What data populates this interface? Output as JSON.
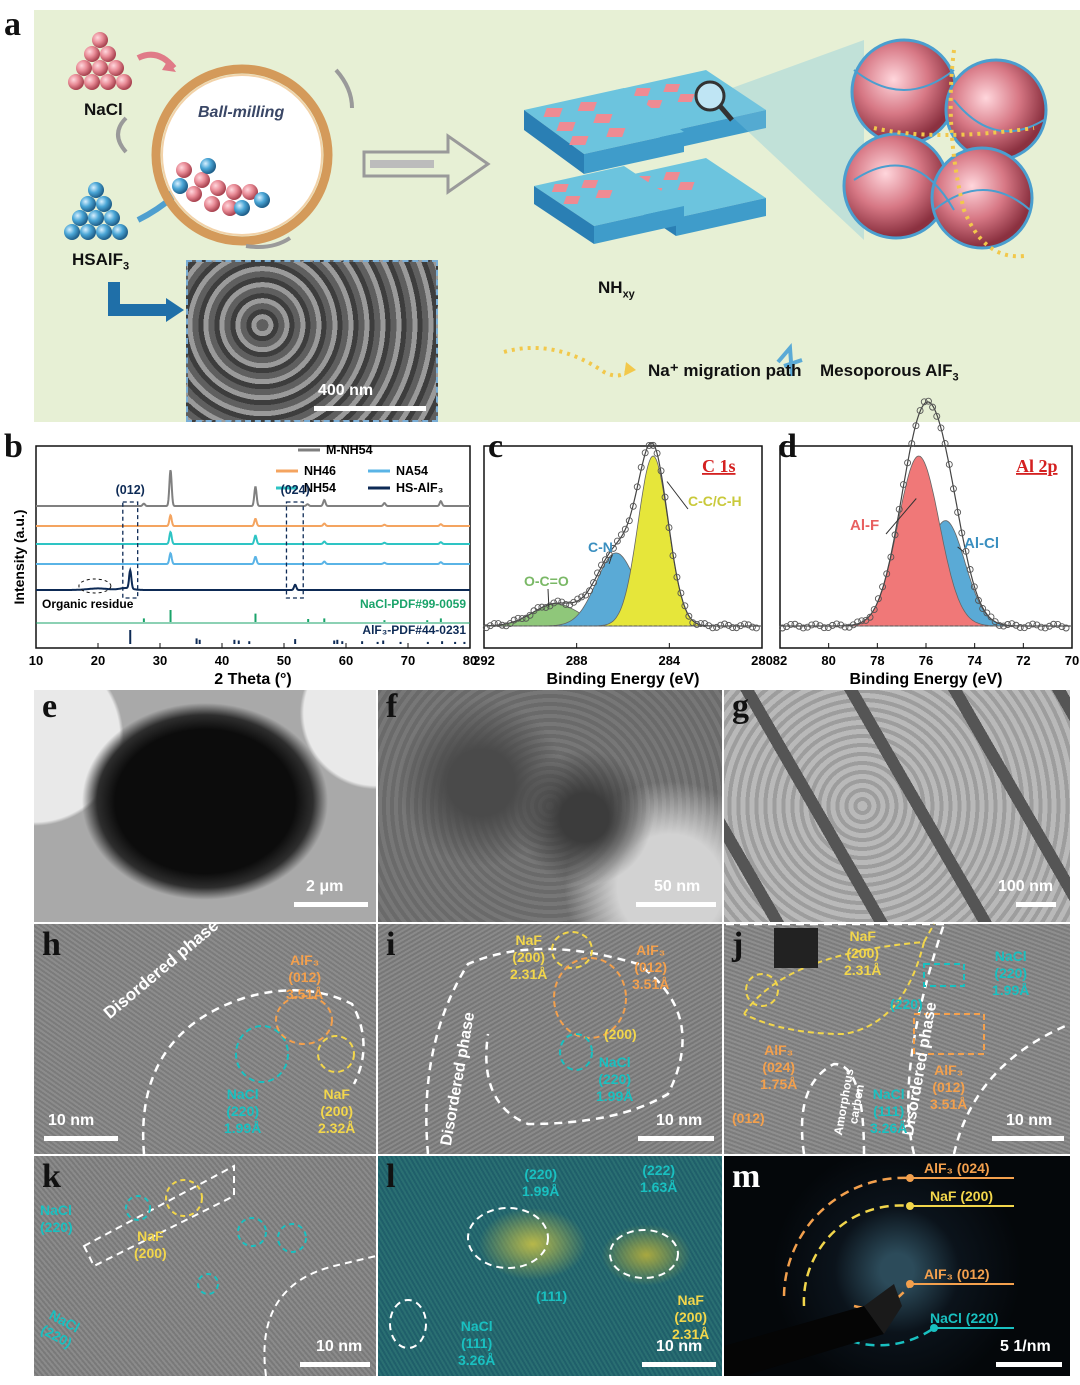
{
  "panels": {
    "a": "a",
    "b": "b",
    "c": "c",
    "d": "d",
    "e": "e",
    "f": "f",
    "g": "g",
    "h": "h",
    "i": "i",
    "j": "j",
    "k": "k",
    "l": "l",
    "m": "m"
  },
  "schematic": {
    "nacl": "NaCl",
    "hsalf3": "HSAlF",
    "hsalf3_sub": "3",
    "ball_milling": "Ball-milling",
    "nhxy": "NH",
    "nhxy_sub": "xy",
    "sem_scale": "400 nm",
    "legend_path": "Na⁺ migration path",
    "legend_mesoporous": "Mesoporous AlF",
    "legend_mesoporous_sub": "3"
  },
  "micrographs": {
    "e": {
      "scale": "2 μm"
    },
    "f": {
      "scale": "50 nm"
    },
    "g": {
      "scale": "100 nm"
    },
    "h": {
      "scale": "10 nm",
      "disordered": "Disordered phase",
      "alf3": "AlF₃\n(012)\n3.51Å",
      "nacl": "NaCl\n(220)\n1.99Å",
      "naf": "NaF\n(200)\n2.32Å"
    },
    "i": {
      "scale": "10 nm",
      "disordered": "Disordered phase",
      "naf": "NaF\n(200)\n2.31Å",
      "alf3": "AlF₃\n(012)\n3.51Å",
      "naf200": "(200)",
      "nacl": "NaCl\n(220)\n1.99Å"
    },
    "j": {
      "scale": "10 nm",
      "naf": "NaF\n(200)\n2.31Å",
      "nacl_top": "NaCl\n(220)\n1.99Å",
      "n220": "(220)",
      "disordered": "Disordered phase",
      "alf3_024": "AlF₃\n(024)\n1.75Å",
      "n012": "(012)",
      "amorphous": "Amorphous\ncarbon",
      "nacl_111": "NaCl\n(111)\n3.26Å",
      "alf3_012": "AlF₃\n(012)\n3.51Å"
    },
    "k": {
      "scale": "10 nm",
      "nacl_a": "NaCl\n(220)",
      "naf": "NaF\n(200)",
      "nacl_b": "NaCl\n(220)"
    },
    "l": {
      "scale": "10 nm",
      "l220": "(220)\n1.99Å",
      "l222": "(222)\n1.63Å",
      "l111": "(111)",
      "naf": "NaF\n(200)\n2.31Å",
      "nacl": "NaCl\n(111)\n3.26Å"
    },
    "m": {
      "scale": "5 1/nm",
      "r1": "AlF₃ (024)",
      "r2": "NaF (200)",
      "r3": "AlF₃ (012)",
      "r4": "NaCl (220)"
    }
  },
  "chart_data": [
    {
      "type": "line",
      "panel": "b",
      "xlabel": "2 Theta (°)",
      "ylabel": "Intensity (a.u.)",
      "xlim": [
        10,
        80
      ],
      "x_ticks": [
        10,
        20,
        30,
        40,
        50,
        60,
        70,
        80
      ],
      "annotations": [
        "(012)",
        "(024)",
        "Organic residue"
      ],
      "series": [
        {
          "name": "M-NH54",
          "color": "#808080",
          "peaks": [
            [
              27.4,
              2
            ],
            [
              31.7,
              30
            ],
            [
              45.4,
              16
            ],
            [
              53.8,
              1.5
            ],
            [
              56.5,
              5
            ],
            [
              66.2,
              2.5
            ],
            [
              75.3,
              4
            ]
          ]
        },
        {
          "name": "NH46",
          "color": "#f4a460",
          "peaks": [
            [
              31.7,
              9
            ],
            [
              45.4,
              6
            ],
            [
              56.5,
              2
            ],
            [
              66.2,
              1
            ],
            [
              75.3,
              1.5
            ]
          ]
        },
        {
          "name": "NH54",
          "color": "#2ec4c4",
          "peaks": [
            [
              31.7,
              10
            ],
            [
              45.4,
              7
            ],
            [
              56.5,
              2
            ],
            [
              66.2,
              1
            ],
            [
              75.3,
              1.5
            ]
          ]
        },
        {
          "name": "NA54",
          "color": "#5ab4e6",
          "peaks": [
            [
              31.7,
              9
            ],
            [
              45.4,
              6
            ],
            [
              56.5,
              2
            ],
            [
              66.2,
              1
            ],
            [
              75.3,
              1.5
            ]
          ]
        },
        {
          "name": "HS-AlF₃",
          "color": "#0d2a55",
          "peaks": [
            [
              25.2,
              14
            ],
            [
              51.8,
              4
            ]
          ]
        }
      ],
      "references": [
        {
          "name": "NaCl-PDF#99-0059",
          "color": "#1aa36a",
          "lines": [
            [
              27.4,
              0.3
            ],
            [
              31.7,
              1
            ],
            [
              45.4,
              0.7
            ],
            [
              53.9,
              0.25
            ],
            [
              56.5,
              0.3
            ],
            [
              66.2,
              0.15
            ],
            [
              73.1,
              0.15
            ],
            [
              75.3,
              0.3
            ]
          ]
        },
        {
          "name": "AlF₃-PDF#44-0231",
          "color": "#0d2a55",
          "lines": [
            [
              25.2,
              1
            ],
            [
              35.9,
              0.4
            ],
            [
              36.4,
              0.3
            ],
            [
              42.0,
              0.3
            ],
            [
              42.7,
              0.25
            ],
            [
              44.4,
              0.2
            ],
            [
              51.8,
              0.35
            ],
            [
              58.1,
              0.25
            ],
            [
              58.6,
              0.3
            ],
            [
              59.4,
              0.2
            ],
            [
              62.6,
              0.2
            ],
            [
              65.1,
              0.15
            ],
            [
              66.0,
              0.25
            ],
            [
              68.8,
              0.15
            ],
            [
              73.2,
              0.15
            ],
            [
              75.5,
              0.2
            ],
            [
              77.6,
              0.15
            ],
            [
              79.1,
              0.15
            ]
          ]
        }
      ]
    },
    {
      "type": "area",
      "panel": "c",
      "title": "C 1s",
      "xlabel": "Binding Energy (eV)",
      "xlim": [
        292,
        280
      ],
      "x_ticks": [
        292,
        288,
        284,
        280
      ],
      "components": [
        {
          "name": "C-C/C-H",
          "center": 284.7,
          "height": 1.0,
          "width": 0.65,
          "color": "#e6e63a"
        },
        {
          "name": "C-N",
          "center": 286.3,
          "height": 0.43,
          "width": 0.85,
          "color": "#5aaad6"
        },
        {
          "name": "O-C=O",
          "center": 288.9,
          "height": 0.13,
          "width": 1.0,
          "color": "#8fc77a"
        }
      ]
    },
    {
      "type": "area",
      "panel": "d",
      "title": "Al 2p",
      "xlabel": "Binding Energy (eV)",
      "xlim": [
        82,
        70
      ],
      "x_ticks": [
        82,
        80,
        78,
        76,
        74,
        72,
        70
      ],
      "components": [
        {
          "name": "Al-F",
          "center": 76.3,
          "height": 1.0,
          "width": 0.85,
          "color": "#f07878"
        },
        {
          "name": "Al-Cl",
          "center": 75.2,
          "height": 0.62,
          "width": 0.8,
          "color": "#5aaad6"
        }
      ]
    }
  ]
}
